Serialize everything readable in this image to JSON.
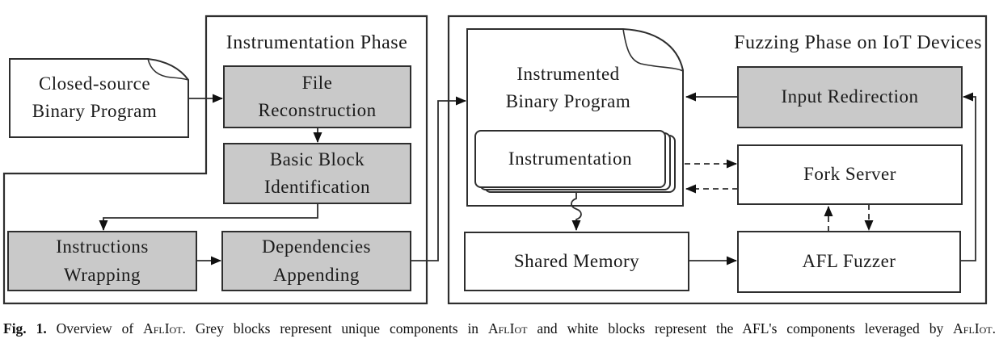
{
  "figure": {
    "caption_segments": [
      {
        "text": "Fig. 1.",
        "bold": true
      },
      {
        "text": " Overview of "
      },
      {
        "text": "AflIot",
        "smallcaps": true
      },
      {
        "text": ". Grey blocks represent unique components in "
      },
      {
        "text": "AflIot",
        "smallcaps": true
      },
      {
        "text": " and white blocks represent the AFL's components leveraged by "
      },
      {
        "text": "AflIot",
        "smallcaps": true
      },
      {
        "text": "."
      }
    ]
  },
  "instrumentation_phase": {
    "title": "Instrumentation Phase",
    "input_doc": "Closed-source\nBinary Program",
    "file_reconstruction": "File\nReconstruction",
    "basic_block_identification": "Basic Block\nIdentification",
    "instructions_wrapping": "Instructions\nWrapping",
    "dependencies_appending": "Dependencies\nAppending"
  },
  "fuzzing_phase": {
    "title": "Fuzzing Phase on IoT Devices",
    "instrumented_doc": "Instrumented\nBinary Program",
    "instrumentation_stack": "Instrumentation",
    "input_redirection": "Input Redirection",
    "fork_server": "Fork Server",
    "shared_memory": "Shared Memory",
    "afl_fuzzer": "AFL Fuzzer"
  },
  "colors": {
    "grey_block": "#c9c9c9",
    "white_block": "#ffffff",
    "line": "#2e2e2e"
  }
}
